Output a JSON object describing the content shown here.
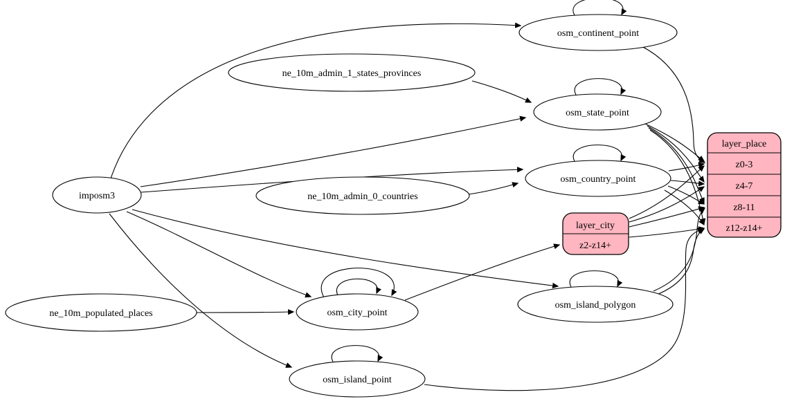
{
  "diagram": {
    "kind": "etl-dependency-graph",
    "colors": {
      "background": "#ffffff",
      "node_fill": "#ffffff",
      "record_fill": "#ffb6c1",
      "stroke": "#000000"
    }
  },
  "nodes": {
    "imposm3": {
      "label": "imposm3",
      "shape": "ellipse"
    },
    "ne_10m_admin_1_states_provinces": {
      "label": "ne_10m_admin_1_states_provinces",
      "shape": "ellipse"
    },
    "ne_10m_admin_0_countries": {
      "label": "ne_10m_admin_0_countries",
      "shape": "ellipse"
    },
    "ne_10m_populated_places": {
      "label": "ne_10m_populated_places",
      "shape": "ellipse"
    },
    "osm_continent_point": {
      "label": "osm_continent_point",
      "shape": "ellipse"
    },
    "osm_state_point": {
      "label": "osm_state_point",
      "shape": "ellipse"
    },
    "osm_country_point": {
      "label": "osm_country_point",
      "shape": "ellipse"
    },
    "osm_city_point": {
      "label": "osm_city_point",
      "shape": "ellipse"
    },
    "osm_island_polygon": {
      "label": "osm_island_polygon",
      "shape": "ellipse"
    },
    "osm_island_point": {
      "label": "osm_island_point",
      "shape": "ellipse"
    },
    "layer_city": {
      "label": "layer_city",
      "shape": "record",
      "rows": [
        "z2-z14+"
      ]
    },
    "layer_place": {
      "label": "layer_place",
      "shape": "record",
      "rows": [
        "z0-3",
        "z4-7",
        "z8-11",
        "z12-z14+"
      ]
    }
  },
  "edges": [
    {
      "from": "imposm3",
      "to": "osm_continent_point"
    },
    {
      "from": "imposm3",
      "to": "osm_state_point"
    },
    {
      "from": "imposm3",
      "to": "osm_country_point"
    },
    {
      "from": "imposm3",
      "to": "osm_city_point"
    },
    {
      "from": "imposm3",
      "to": "osm_island_polygon"
    },
    {
      "from": "imposm3",
      "to": "osm_island_point"
    },
    {
      "from": "ne_10m_admin_1_states_provinces",
      "to": "osm_state_point"
    },
    {
      "from": "ne_10m_admin_0_countries",
      "to": "osm_country_point"
    },
    {
      "from": "ne_10m_populated_places",
      "to": "osm_city_point"
    },
    {
      "from": "osm_continent_point",
      "to": "osm_continent_point",
      "self_loop": true
    },
    {
      "from": "osm_state_point",
      "to": "osm_state_point",
      "self_loop": true
    },
    {
      "from": "osm_country_point",
      "to": "osm_country_point",
      "self_loop": true
    },
    {
      "from": "osm_city_point",
      "to": "osm_city_point",
      "self_loop": true
    },
    {
      "from": "osm_city_point",
      "to": "osm_city_point",
      "self_loop": true
    },
    {
      "from": "osm_island_polygon",
      "to": "osm_island_polygon",
      "self_loop": true
    },
    {
      "from": "osm_island_point",
      "to": "osm_island_point",
      "self_loop": true
    },
    {
      "from": "osm_city_point",
      "to": "layer_city",
      "to_port": "z2-z14+"
    },
    {
      "from": "osm_continent_point",
      "to": "layer_place",
      "to_port": "z0-3"
    },
    {
      "from": "osm_state_point",
      "to": "layer_place",
      "to_port": "z0-3"
    },
    {
      "from": "osm_state_point",
      "to": "layer_place",
      "to_port": "z4-7"
    },
    {
      "from": "osm_state_point",
      "to": "layer_place",
      "to_port": "z8-11"
    },
    {
      "from": "osm_state_point",
      "to": "layer_place",
      "to_port": "z12-z14+"
    },
    {
      "from": "osm_country_point",
      "to": "layer_place",
      "to_port": "z0-3"
    },
    {
      "from": "osm_country_point",
      "to": "layer_place",
      "to_port": "z4-7"
    },
    {
      "from": "osm_country_point",
      "to": "layer_place",
      "to_port": "z8-11"
    },
    {
      "from": "osm_country_point",
      "to": "layer_place",
      "to_port": "z12-z14+"
    },
    {
      "from": "layer_city",
      "to": "layer_place",
      "to_port": "z0-3"
    },
    {
      "from": "layer_city",
      "to": "layer_place",
      "to_port": "z4-7"
    },
    {
      "from": "layer_city",
      "to": "layer_place",
      "to_port": "z8-11"
    },
    {
      "from": "layer_city",
      "to": "layer_place",
      "to_port": "z12-z14+"
    },
    {
      "from": "osm_island_polygon",
      "to": "layer_place",
      "to_port": "z8-11"
    },
    {
      "from": "osm_island_polygon",
      "to": "layer_place",
      "to_port": "z12-z14+"
    },
    {
      "from": "osm_island_point",
      "to": "layer_place",
      "to_port": "z12-z14+"
    }
  ]
}
